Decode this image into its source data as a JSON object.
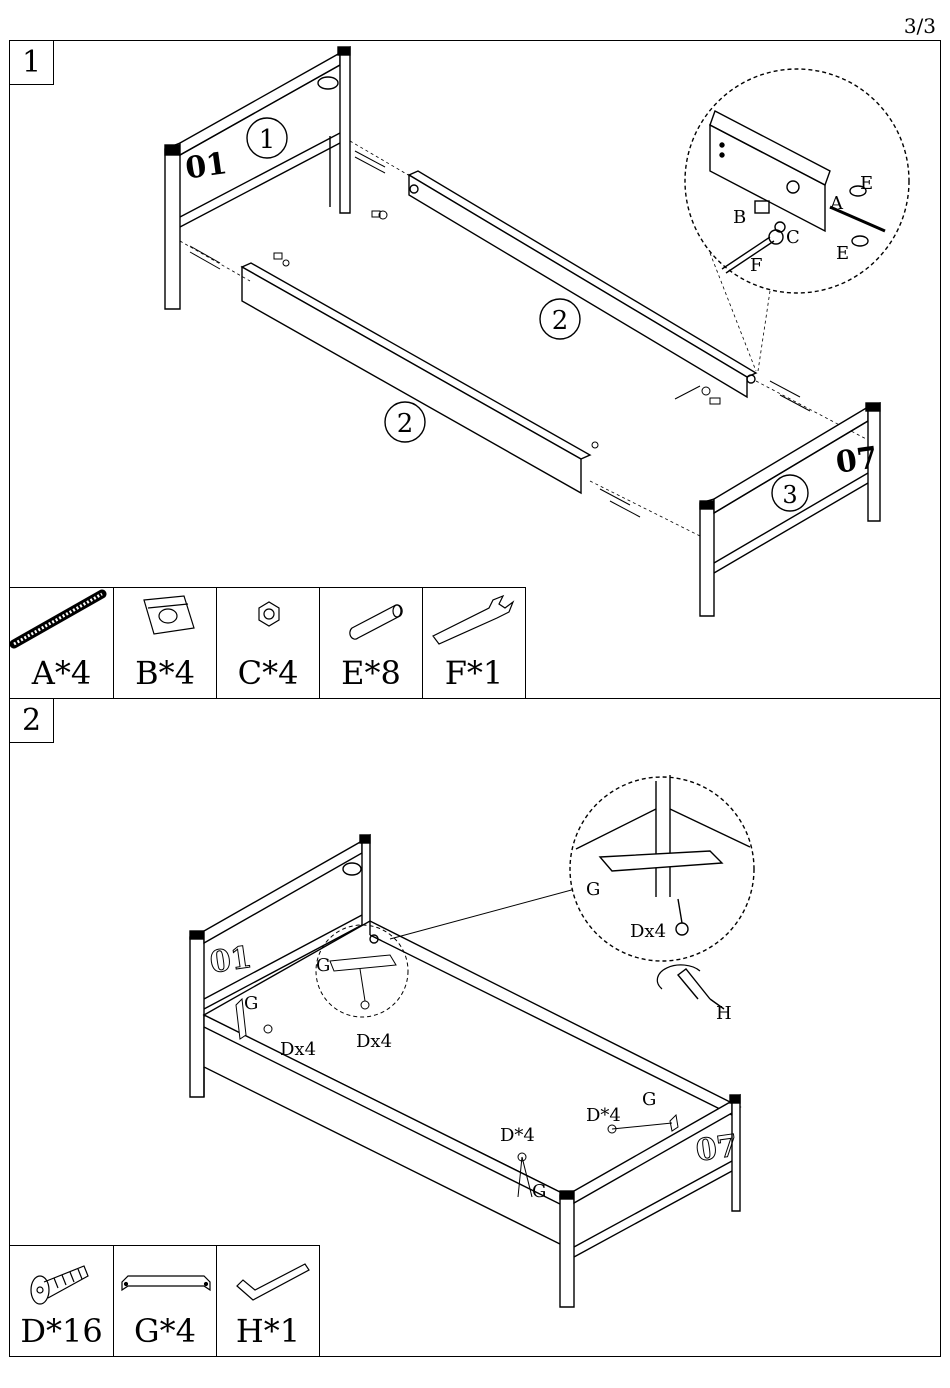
{
  "page": {
    "number": "3/3"
  },
  "step1": {
    "number": "1",
    "callouts": {
      "headboard": "1",
      "rail_back": "2",
      "rail_front": "2",
      "footboard": "3"
    },
    "headboard_number": "01",
    "footboard_number": "07",
    "zoom_labels": {
      "a": "A",
      "b": "B",
      "c": "C",
      "e_top": "E",
      "e_bottom": "E",
      "f": "F"
    },
    "parts": [
      {
        "id": "A",
        "label": "A*4",
        "icon": "threaded-rod-icon"
      },
      {
        "id": "B",
        "label": "B*4",
        "icon": "barrel-nut-bracket-icon"
      },
      {
        "id": "C",
        "label": "C*4",
        "icon": "hex-nut-icon"
      },
      {
        "id": "E",
        "label": "E*8",
        "icon": "wood-dowel-icon"
      },
      {
        "id": "F",
        "label": "F*1",
        "icon": "wrench-icon"
      }
    ]
  },
  "step2": {
    "number": "2",
    "headboard_number": "01",
    "footboard_number": "07",
    "labels": {
      "g_zoom": "G",
      "d_zoom": "Dx4",
      "g_head_left": "G",
      "d_head_left": "Dx4",
      "g_head_center": "G",
      "d_head_center": "Dx4",
      "h_tool": "H",
      "g_foot_right": "G",
      "d_foot_right": "D*4",
      "g_foot_left": "G",
      "d_foot_left": "D*4"
    },
    "parts": [
      {
        "id": "D",
        "label": "D*16",
        "icon": "bolt-icon"
      },
      {
        "id": "G",
        "label": "G*4",
        "icon": "corner-bracket-icon"
      },
      {
        "id": "H",
        "label": "H*1",
        "icon": "allen-key-icon"
      }
    ]
  }
}
